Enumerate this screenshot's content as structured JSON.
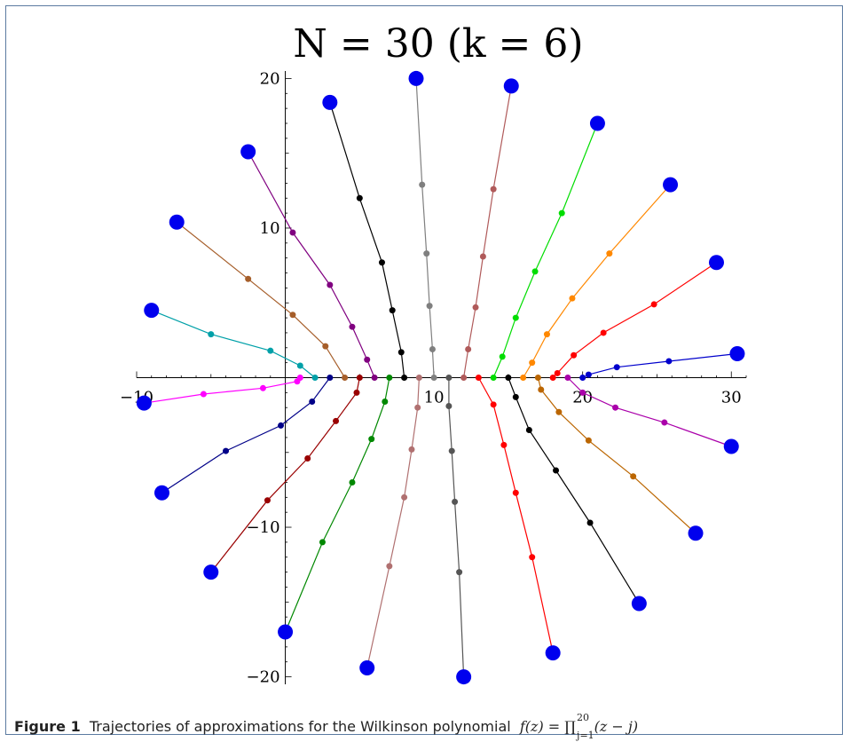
{
  "caption": {
    "label": "Figure 1",
    "text": "Trajectories of approximations for the Wilkinson polynomial",
    "formula_lhs": "f(z) = ∏",
    "formula_sup": "20",
    "formula_sub": "j=1",
    "formula_rhs": "(z − j)"
  },
  "chart_data": {
    "type": "line",
    "title": "N = 30 (k = 6)",
    "xlim": [
      -10,
      31
    ],
    "ylim": [
      -20.5,
      20.5
    ],
    "xticks": [
      -10,
      10,
      20,
      30
    ],
    "yticks": [
      -20,
      -10,
      10,
      20
    ],
    "grid": false,
    "start_marker_color": "#0000ee",
    "series": [
      {
        "color": "#ff00ff",
        "points": [
          [
            -9.5,
            -1.7
          ],
          [
            -5.5,
            -1.1
          ],
          [
            -1.5,
            -0.7
          ],
          [
            0.8,
            -0.25
          ],
          [
            1,
            0
          ]
        ]
      },
      {
        "color": "#00a0a8",
        "points": [
          [
            -9,
            4.5
          ],
          [
            -5,
            2.9
          ],
          [
            -1,
            1.8
          ],
          [
            1,
            0.8
          ],
          [
            2,
            0
          ]
        ]
      },
      {
        "color": "#000088",
        "points": [
          [
            -8.3,
            -7.7
          ],
          [
            -4,
            -4.9
          ],
          [
            -0.3,
            -3.2
          ],
          [
            1.8,
            -1.6
          ],
          [
            3,
            0
          ]
        ]
      },
      {
        "color": "#a65e2a",
        "points": [
          [
            -7.3,
            10.4
          ],
          [
            -2.5,
            6.6
          ],
          [
            0.5,
            4.2
          ],
          [
            2.7,
            2.1
          ],
          [
            4,
            0
          ]
        ]
      },
      {
        "color": "#990000",
        "points": [
          [
            -5,
            -13
          ],
          [
            -1.2,
            -8.2
          ],
          [
            1.5,
            -5.4
          ],
          [
            3.4,
            -2.9
          ],
          [
            4.8,
            -1
          ],
          [
            5,
            0
          ]
        ]
      },
      {
        "color": "#800080",
        "points": [
          [
            -2.5,
            15.1
          ],
          [
            0.5,
            9.7
          ],
          [
            3,
            6.2
          ],
          [
            4.5,
            3.4
          ],
          [
            5.5,
            1.2
          ],
          [
            6,
            0
          ]
        ]
      },
      {
        "color": "#008800",
        "points": [
          [
            0,
            -17
          ],
          [
            2.5,
            -11
          ],
          [
            4.5,
            -7
          ],
          [
            5.8,
            -4.1
          ],
          [
            6.7,
            -1.6
          ],
          [
            7,
            0
          ]
        ]
      },
      {
        "color": "#000000",
        "points": [
          [
            3,
            18.4
          ],
          [
            5,
            12
          ],
          [
            6.5,
            7.7
          ],
          [
            7.2,
            4.5
          ],
          [
            7.8,
            1.7
          ],
          [
            8,
            0
          ]
        ]
      },
      {
        "color": "#b07070",
        "points": [
          [
            5.5,
            -19.4
          ],
          [
            7,
            -12.6
          ],
          [
            8,
            -8
          ],
          [
            8.5,
            -4.8
          ],
          [
            8.9,
            -2
          ],
          [
            9,
            0
          ]
        ]
      },
      {
        "color": "#7f7f7f",
        "points": [
          [
            8.8,
            20
          ],
          [
            9.2,
            12.9
          ],
          [
            9.5,
            8.3
          ],
          [
            9.7,
            4.8
          ],
          [
            9.9,
            1.9
          ],
          [
            10,
            0
          ]
        ]
      },
      {
        "color": "#555555",
        "points": [
          [
            12,
            -20
          ],
          [
            11.7,
            -13
          ],
          [
            11.4,
            -8.3
          ],
          [
            11.2,
            -4.9
          ],
          [
            11,
            -1.9
          ],
          [
            11,
            0
          ]
        ]
      },
      {
        "color": "#b05a5a",
        "points": [
          [
            15.2,
            19.5
          ],
          [
            14,
            12.6
          ],
          [
            13.3,
            8.1
          ],
          [
            12.8,
            4.7
          ],
          [
            12.3,
            1.9
          ],
          [
            12,
            0
          ]
        ]
      },
      {
        "color": "#ff0000",
        "points": [
          [
            18,
            -18.4
          ],
          [
            16.6,
            -12
          ],
          [
            15.5,
            -7.7
          ],
          [
            14.7,
            -4.5
          ],
          [
            14,
            -1.8
          ],
          [
            13,
            0
          ]
        ]
      },
      {
        "color": "#00dd00",
        "points": [
          [
            21,
            17
          ],
          [
            18.6,
            11
          ],
          [
            16.8,
            7.1
          ],
          [
            15.5,
            4
          ],
          [
            14.6,
            1.4
          ],
          [
            14,
            0
          ]
        ]
      },
      {
        "color": "#000000",
        "points": [
          [
            23.8,
            -15.1
          ],
          [
            20.5,
            -9.7
          ],
          [
            18.2,
            -6.2
          ],
          [
            16.4,
            -3.5
          ],
          [
            15.5,
            -1.3
          ],
          [
            15,
            0
          ]
        ]
      },
      {
        "color": "#ff8800",
        "points": [
          [
            25.9,
            12.9
          ],
          [
            21.8,
            8.3
          ],
          [
            19.3,
            5.3
          ],
          [
            17.6,
            2.9
          ],
          [
            16.6,
            1
          ],
          [
            16,
            0
          ]
        ]
      },
      {
        "color": "#bb6600",
        "points": [
          [
            27.6,
            -10.4
          ],
          [
            23.4,
            -6.6
          ],
          [
            20.4,
            -4.2
          ],
          [
            18.4,
            -2.3
          ],
          [
            17.2,
            -0.8
          ],
          [
            17,
            0
          ]
        ]
      },
      {
        "color": "#ff0000",
        "points": [
          [
            29,
            7.7
          ],
          [
            24.8,
            4.9
          ],
          [
            21.4,
            3
          ],
          [
            19.4,
            1.5
          ],
          [
            18.3,
            0.3
          ],
          [
            18,
            0
          ]
        ]
      },
      {
        "color": "#aa00aa",
        "points": [
          [
            30,
            -4.6
          ],
          [
            25.5,
            -3
          ],
          [
            22.2,
            -2
          ],
          [
            20,
            -1
          ],
          [
            19,
            0
          ]
        ]
      },
      {
        "color": "#0000cc",
        "points": [
          [
            30.4,
            1.6
          ],
          [
            25.8,
            1.1
          ],
          [
            22.3,
            0.7
          ],
          [
            20.4,
            0.2
          ],
          [
            20,
            0
          ]
        ]
      }
    ]
  }
}
